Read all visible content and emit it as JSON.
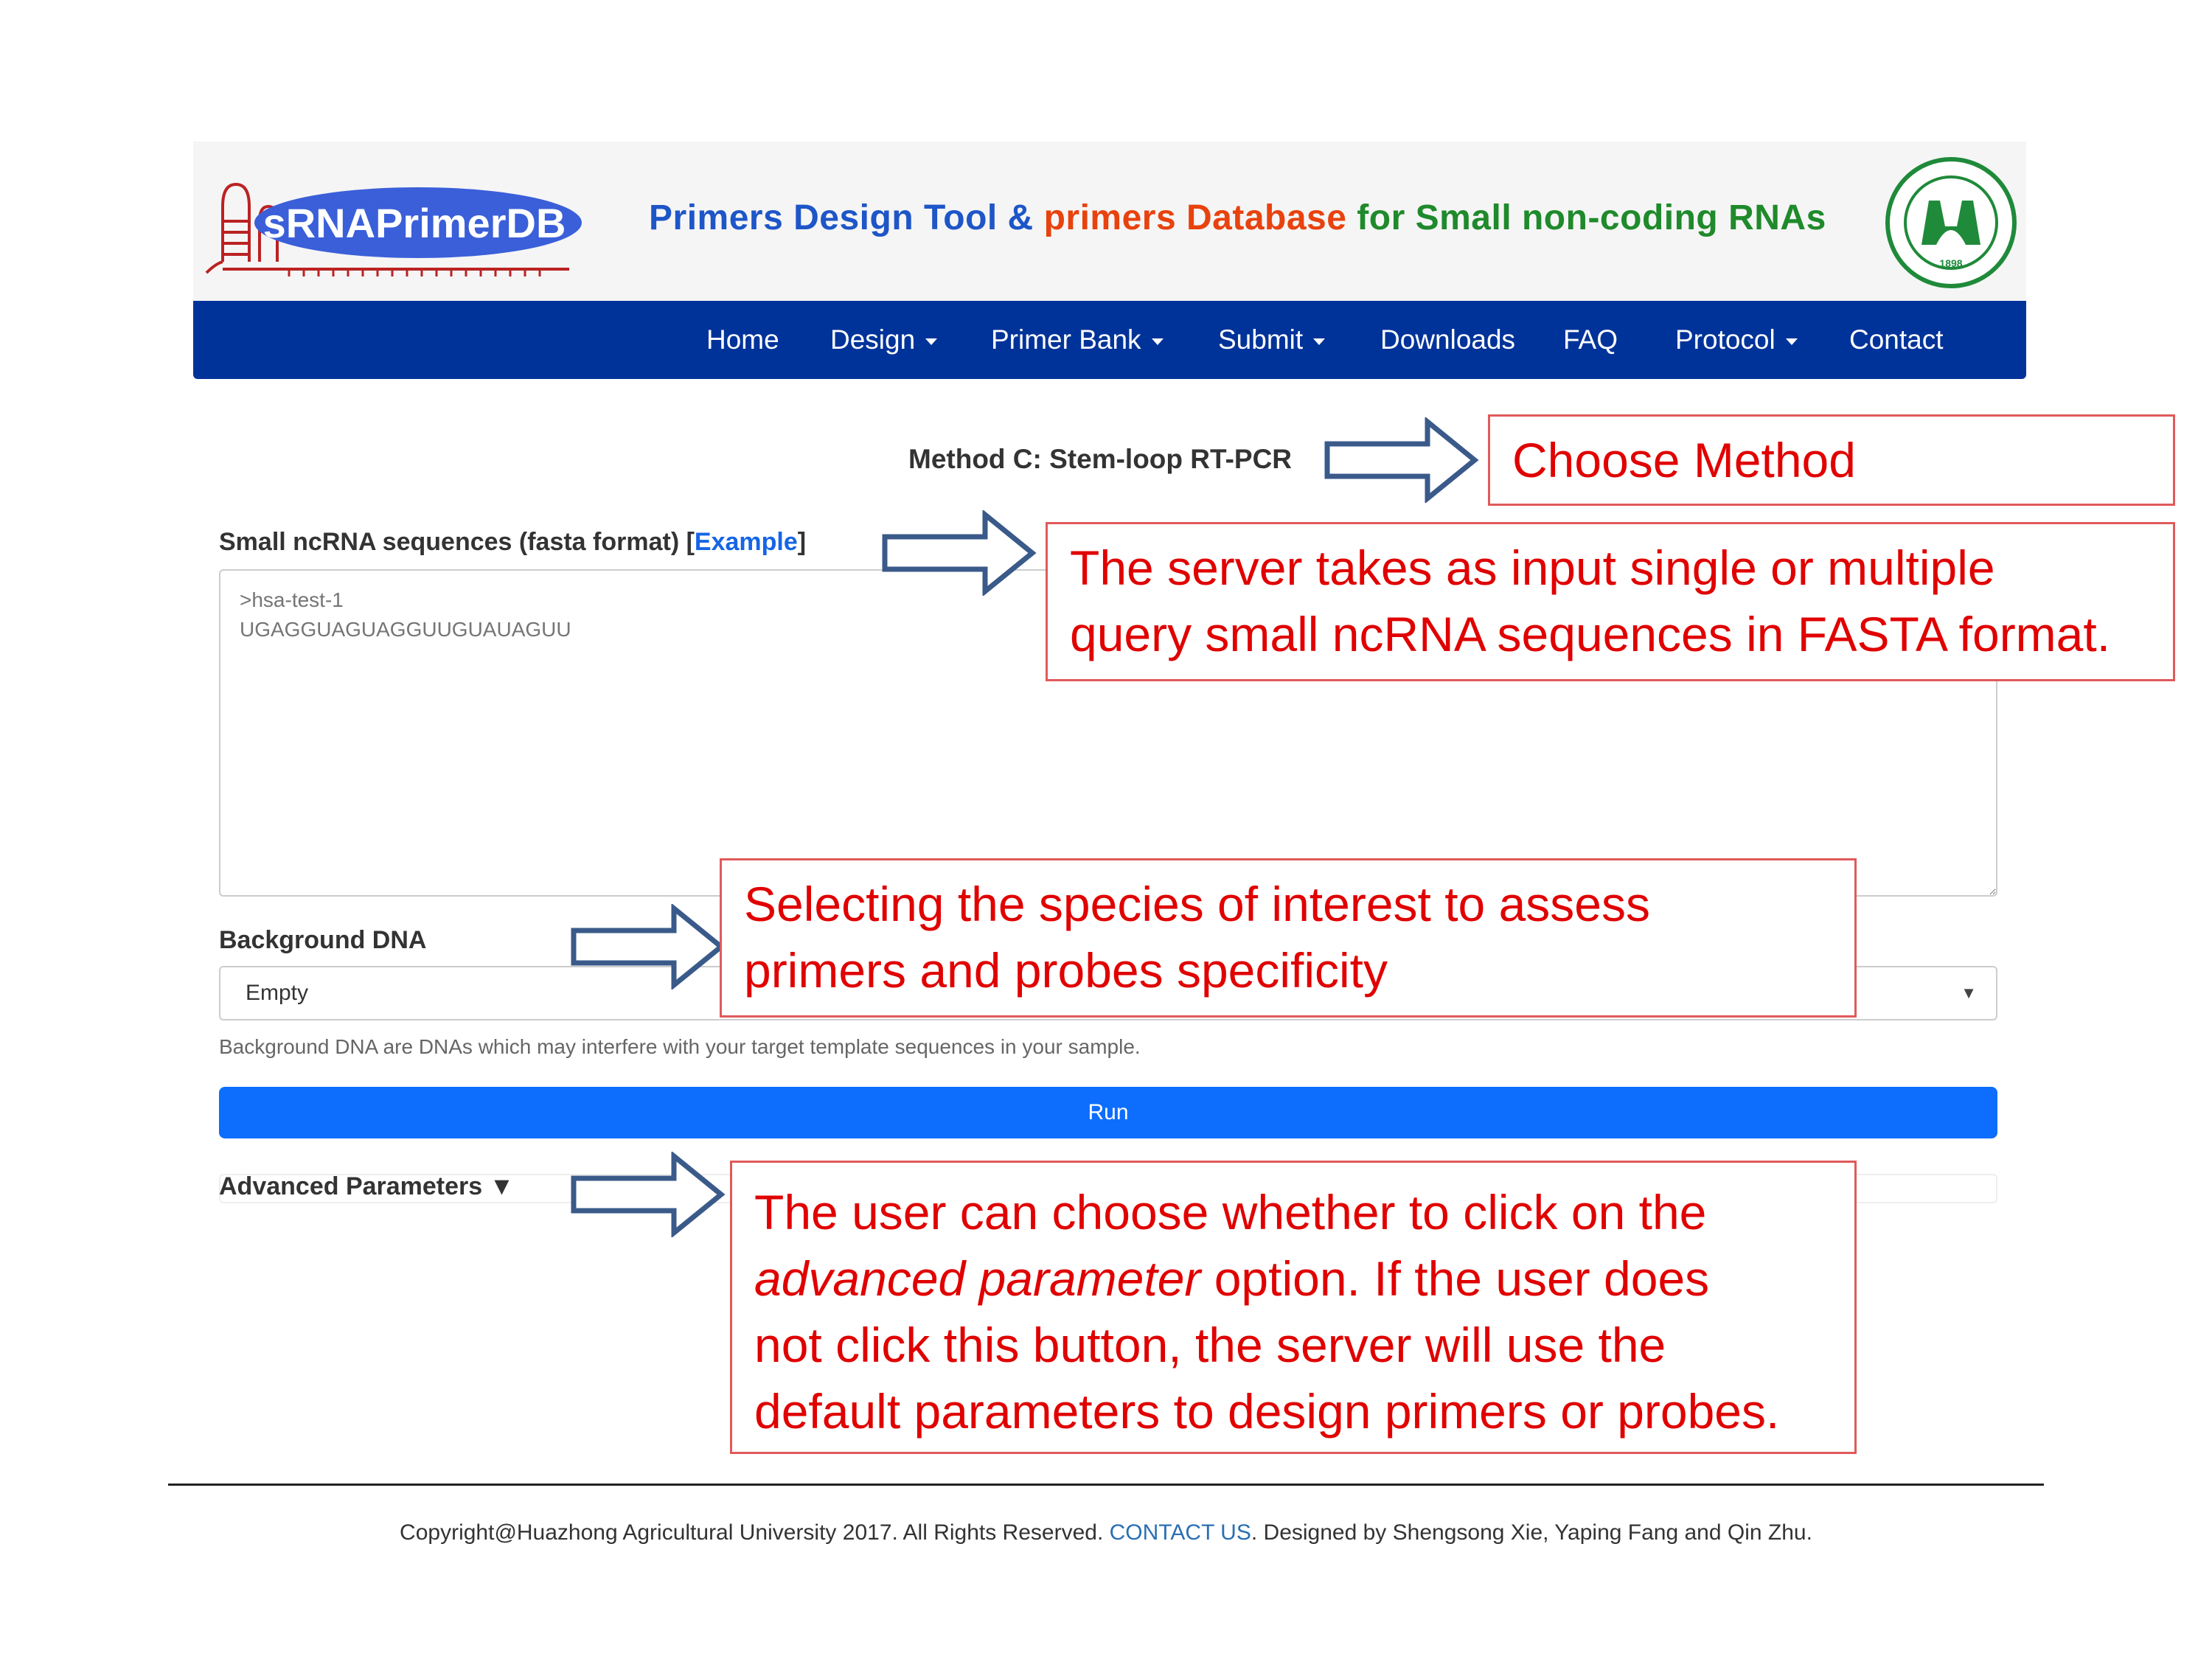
{
  "header": {
    "logo_text": "sRNAPrimerDB",
    "tagline_part1": "Primers Design Tool & ",
    "tagline_part2": "primers Database ",
    "tagline_part3": "for Small non-coding RNAs",
    "seal_year": "1898"
  },
  "nav": {
    "items": [
      {
        "label": "Home",
        "dropdown": false
      },
      {
        "label": "Design",
        "dropdown": true
      },
      {
        "label": "Primer Bank",
        "dropdown": true
      },
      {
        "label": "Submit",
        "dropdown": true
      },
      {
        "label": "Downloads",
        "dropdown": false
      },
      {
        "label": "FAQ",
        "dropdown": false
      },
      {
        "label": "Protocol",
        "dropdown": true
      },
      {
        "label": "Contact",
        "dropdown": false
      }
    ]
  },
  "form": {
    "method_title": "Method C: Stem-loop RT-PCR",
    "seq_label": "Small ncRNA sequences (fasta format) [",
    "seq_example_link": "Example",
    "seq_label_end": "]",
    "seq_placeholder": ">hsa-test-1\nUGAGGUAGUAGGUUGUAUAGUU",
    "bg_label": "Background DNA",
    "bg_selected": "Empty",
    "bg_help": "Background DNA are DNAs which may interfere with your target template sequences in your sample.",
    "run_label": "Run",
    "advanced_label": "Advanced Parameters ▼"
  },
  "annotations": {
    "method": "Choose Method",
    "input_line1": "The server takes as input single or multiple",
    "input_line2": "query small ncRNA sequences in FASTA format.",
    "species_line1": "Selecting the species of interest to assess",
    "species_line2": "primers and probes specificity",
    "advanced_line1": "The user can choose whether to click on the",
    "advanced_line2_em": "advanced parameter",
    "advanced_line2_rest": " option. If the user does",
    "advanced_line3": "not click this button, the server will use the",
    "advanced_line4": "default parameters to design primers or probes."
  },
  "footer": {
    "text_before": "Copyright@Huazhong Agricultural University 2017. All Rights Reserved. ",
    "link": "CONTACT US",
    "text_after": ". Designed by Shengsong Xie, Yaping Fang and Qin Zhu."
  },
  "colors": {
    "navbar": "#003399",
    "run_button": "#0d6efd",
    "annotation_text": "#e00000",
    "annotation_border": "#e05a5a",
    "arrow_stroke": "#3a5a8a"
  }
}
